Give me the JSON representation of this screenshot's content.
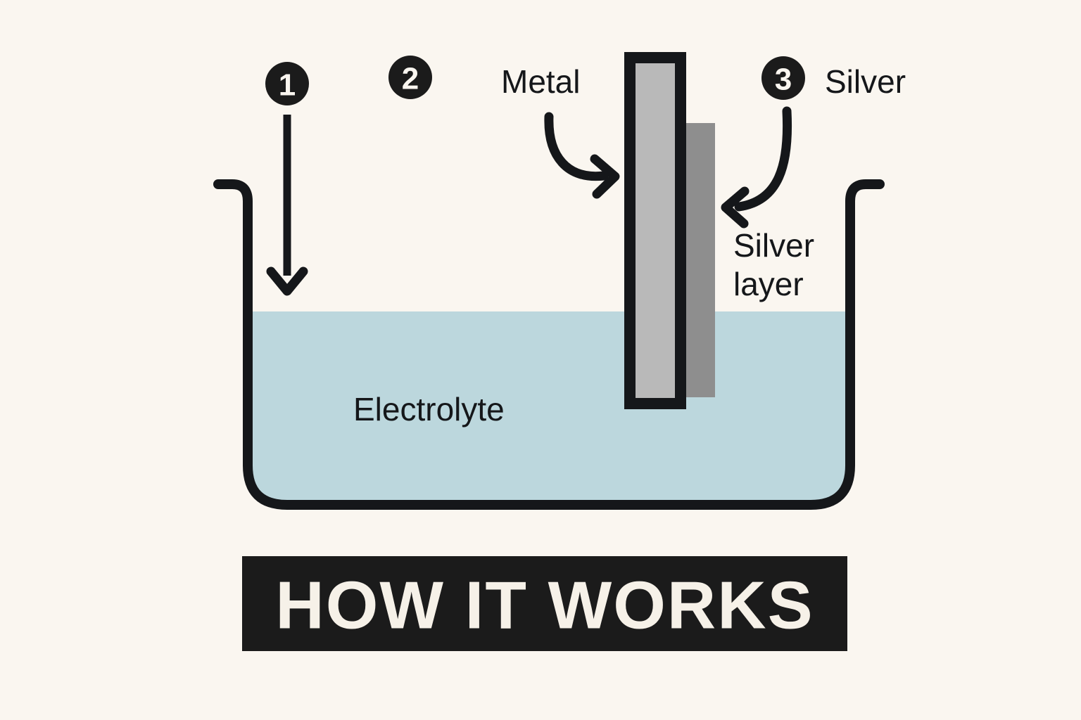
{
  "page": {
    "title": "How It Works — Electroplating",
    "background_color": "#faf6f0"
  },
  "colors": {
    "background": "#faf6f0",
    "ink": "#15171a",
    "electrolyte": "#bcd7dd",
    "metal_plate": "#b9b9b9",
    "silver_plate": "#8e8e8e",
    "banner_background": "#1b1b1b",
    "banner_text": "#f6f1e8"
  },
  "steps": [
    {
      "number": "1",
      "name": "step-1-electrolyte"
    },
    {
      "number": "2",
      "name": "step-2-metal"
    },
    {
      "number": "3",
      "name": "step-3-silver"
    }
  ],
  "labels": {
    "metal": "Metal",
    "silver": "Silver",
    "silver_layer_line1": "Silver",
    "silver_layer_line2": "layer",
    "electrolyte": "Electrolyte"
  },
  "banner": {
    "text": "HOW IT WORKS"
  },
  "icons": {
    "down_arrow": "arrow-down-icon",
    "metal_arrow": "curved-arrow-right-icon",
    "silver_arrow": "curved-arrow-left-icon",
    "beaker": "beaker-icon"
  }
}
